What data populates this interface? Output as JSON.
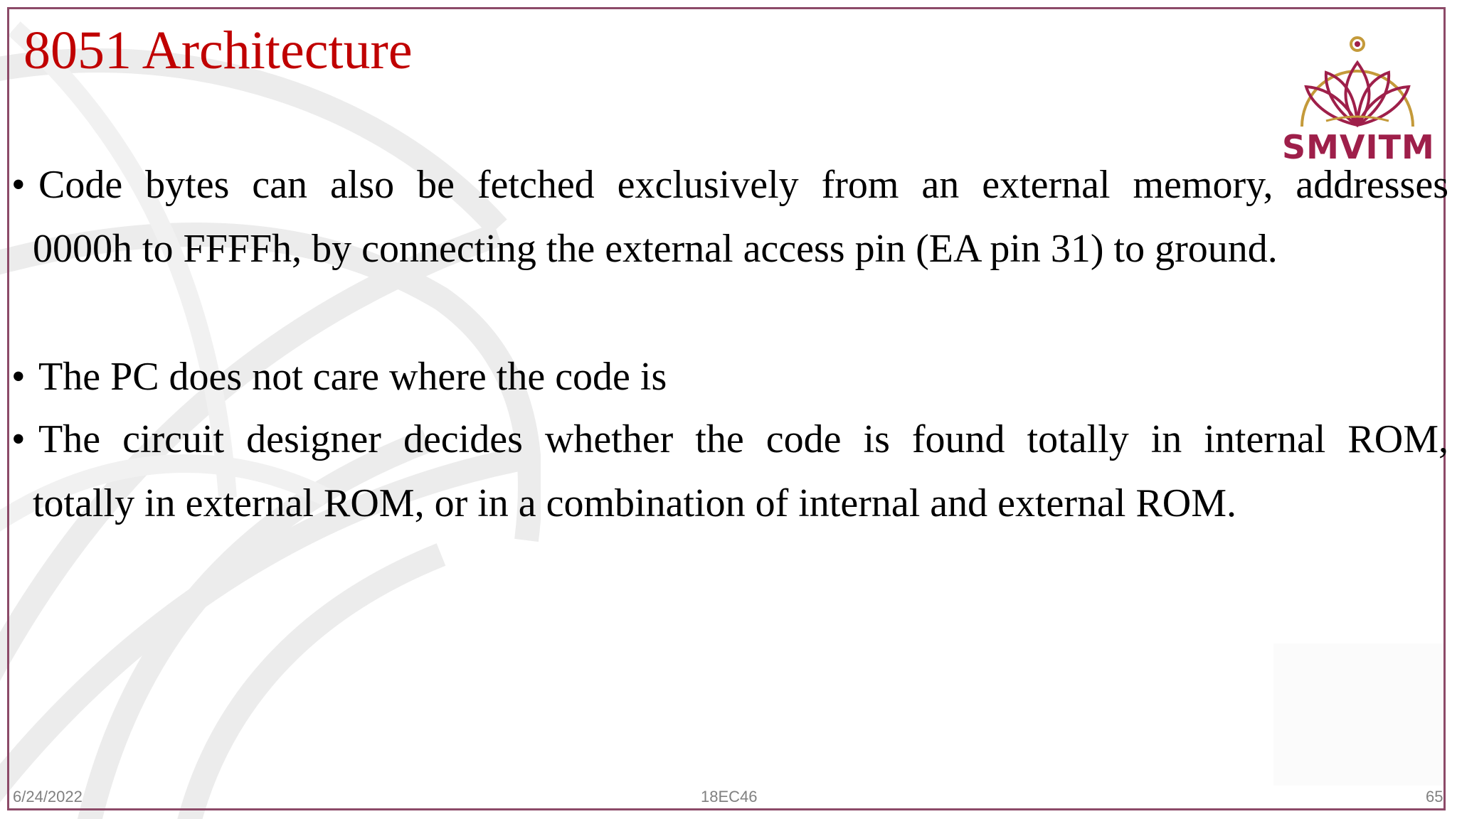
{
  "slide": {
    "title": "8051 Architecture",
    "logo_text": "SMVITM",
    "bullets": [
      {
        "marker": "•",
        "line1": "Code bytes can also be fetched exclusively from an external memory, addresses",
        "line2": "0000h to FFFFh, by connecting the external access pin (EA pin 31) to ground."
      },
      {
        "marker": "•",
        "line1": "The PC does not care where the code is"
      },
      {
        "marker": "•",
        "line1": "The circuit designer decides whether the code is found totally in internal ROM,",
        "line2": "totally in external ROM, or in a combination of internal and external ROM."
      }
    ],
    "footer": {
      "date": "6/24/2022",
      "course_code": "18EC46",
      "page_number": "65"
    }
  },
  "colors": {
    "title": "#c00000",
    "frame": "#8c4a68",
    "logo_text": "#9e1f4a",
    "logo_art": "#c49a3a",
    "footer": "#808080"
  },
  "icons": {
    "logo": "smvitm-lotus-logo-icon",
    "background": "lotus-watermark-icon"
  }
}
